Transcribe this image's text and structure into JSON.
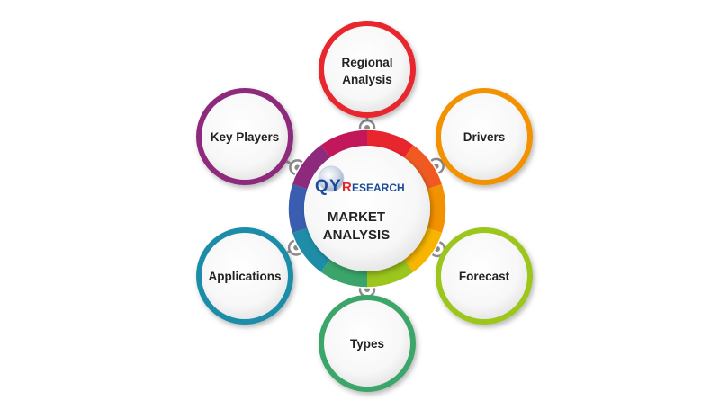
{
  "center": {
    "logo_q": "Q",
    "logo_y": "Y",
    "logo_r": "R",
    "logo_rest": "ESEARCH",
    "line1": "MARKET",
    "line2": "ANALYSIS"
  },
  "nodes": [
    {
      "key": "regional",
      "line1": "Regional",
      "line2": "Analysis",
      "color": "#e8262d"
    },
    {
      "key": "drivers",
      "line1": "Drivers",
      "line2": "",
      "color": "#f39200"
    },
    {
      "key": "forecast",
      "line1": "Forecast",
      "line2": "",
      "color": "#9cc61b"
    },
    {
      "key": "types",
      "line1": "Types",
      "line2": "",
      "color": "#3aa56a"
    },
    {
      "key": "applications",
      "line1": "Applications",
      "line2": "",
      "color": "#1f8da8"
    },
    {
      "key": "key-players",
      "line1": "Key Players",
      "line2": "",
      "color": "#8e2a7c"
    }
  ],
  "ring_colors": [
    "#e8262d",
    "#f05a22",
    "#f39200",
    "#f7b500",
    "#9cc61b",
    "#3aa56a",
    "#1f8da8",
    "#3a5db0",
    "#8e2a7c",
    "#c2185b"
  ],
  "text_color": "#222222",
  "logo_colors": {
    "blue": "#1a4b9b",
    "red": "#e0262d"
  }
}
